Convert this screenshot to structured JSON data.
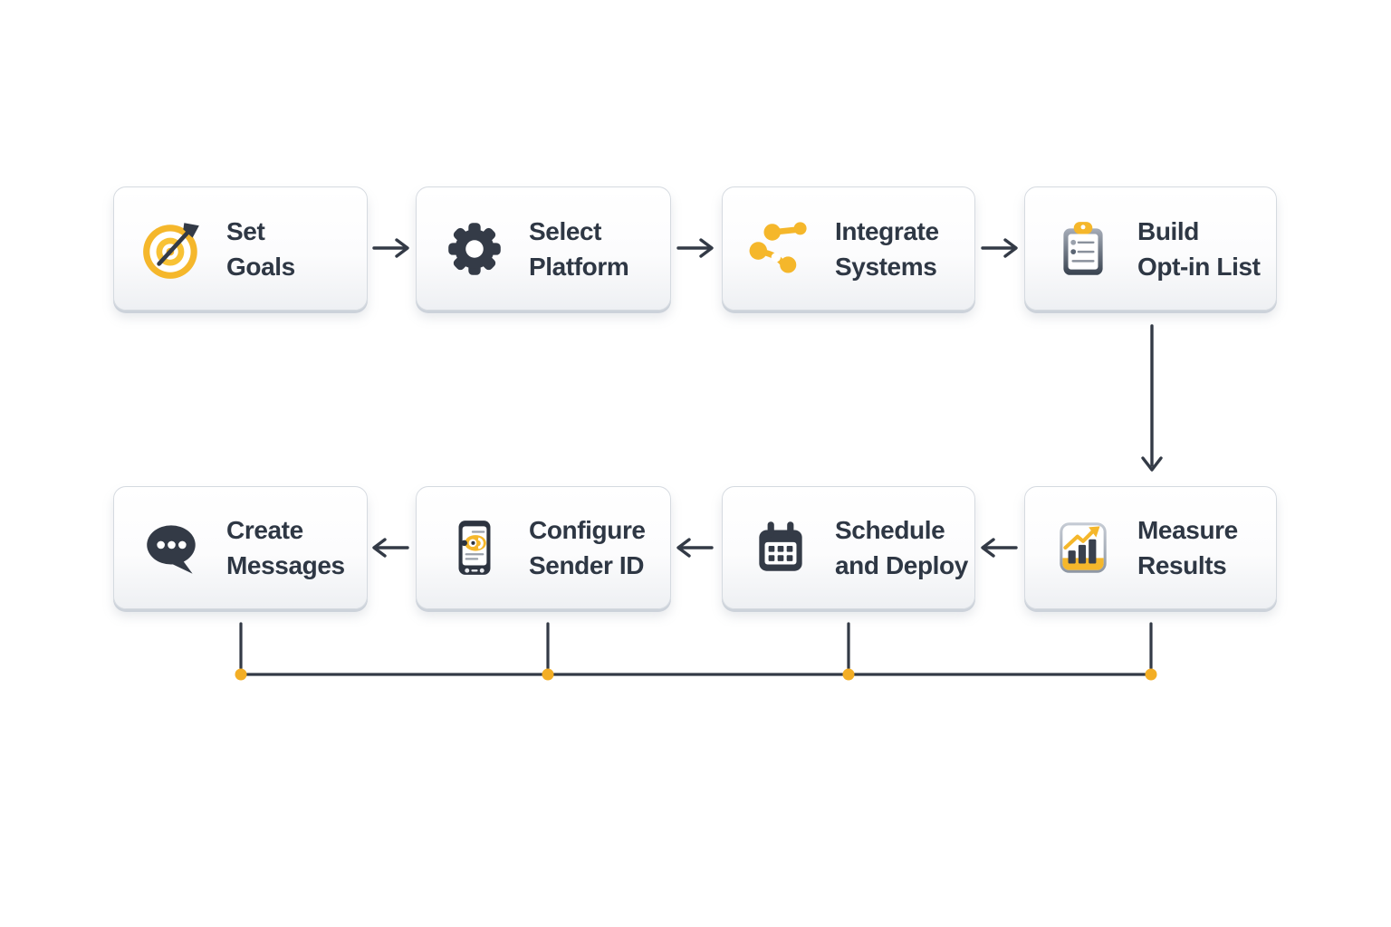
{
  "page": {
    "background": "#FFFFFF"
  },
  "colors": {
    "accent_yellow": "#F5B72B",
    "accent_yellow_dark": "#E9A81F",
    "icon_dark": "#333A46",
    "text": "#2E3744",
    "box_border": "#D5DAE0",
    "connector_line": "#333A46",
    "junction_dot": "#F3AE25"
  },
  "flowchart": {
    "nodes": [
      {
        "id": "set-goals",
        "line1": "Set",
        "line2": "Goals",
        "icon": "target-icon"
      },
      {
        "id": "select-platform",
        "line1": "Select",
        "line2": "Platform",
        "icon": "gear-icon"
      },
      {
        "id": "integrate-systems",
        "line1": "Integrate",
        "line2": "Systems",
        "icon": "network-nodes-icon"
      },
      {
        "id": "build-opt-in-list",
        "line1": "Build",
        "line2": "Opt-in List",
        "icon": "clipboard-icon"
      },
      {
        "id": "measure-results",
        "line1": "Measure",
        "line2": "Results",
        "icon": "chart-icon"
      },
      {
        "id": "schedule-and-deploy",
        "line1": "Schedule",
        "line2": "and Deploy",
        "icon": "calendar-icon"
      },
      {
        "id": "configure-sender-id",
        "line1": "Configure",
        "line2": "Sender ID",
        "icon": "phone-icon"
      },
      {
        "id": "create-messages",
        "line1": "Create",
        "line2": "Messages",
        "icon": "speech-bubble-icon"
      }
    ]
  }
}
